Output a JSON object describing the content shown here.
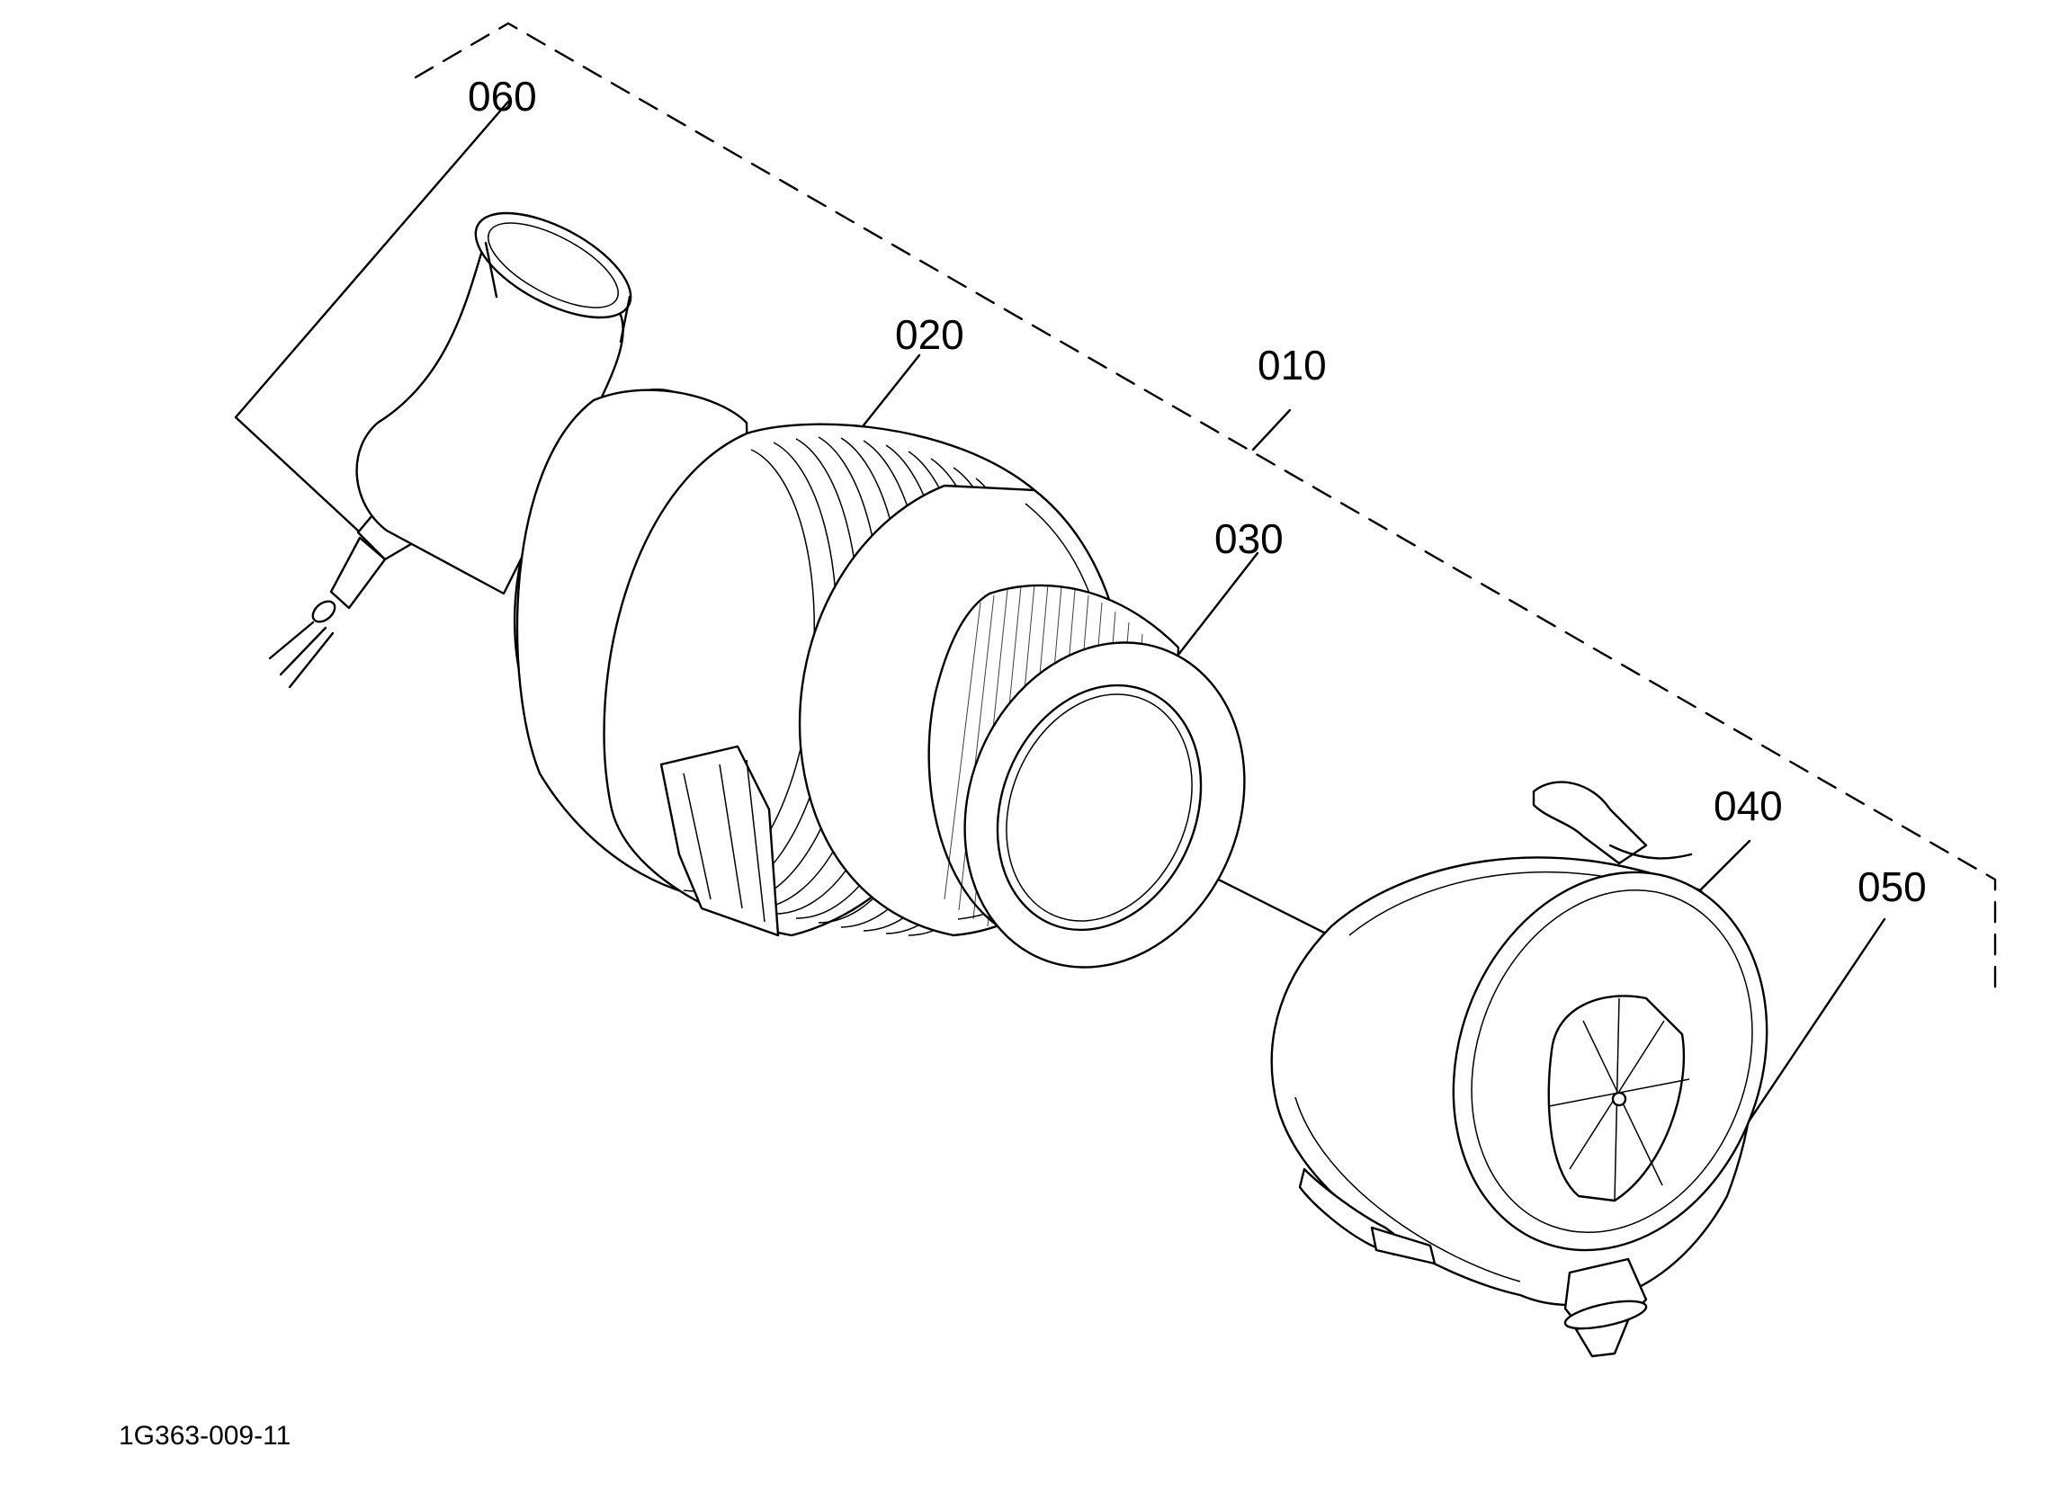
{
  "callouts": {
    "p010": "010",
    "p020": "020",
    "p030": "030",
    "p040": "040",
    "p050": "050",
    "p060": "060"
  },
  "drawing_code": "1G363-009-11",
  "colors": {
    "line": "#000000",
    "background": "#ffffff"
  }
}
